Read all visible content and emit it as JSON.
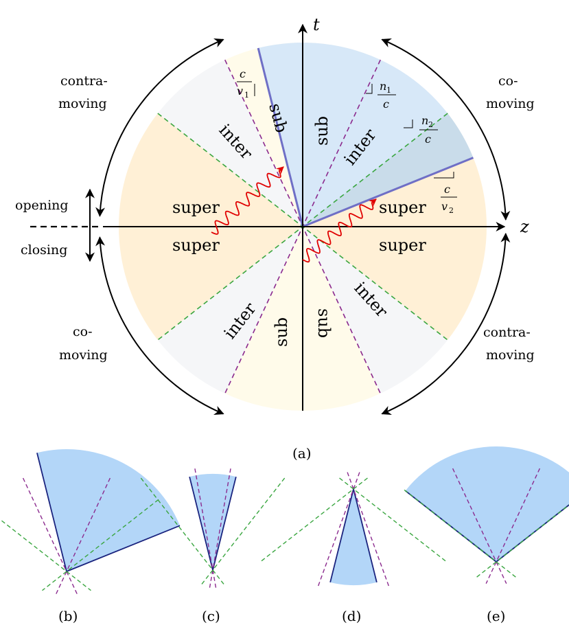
{
  "axes": {
    "t": "t",
    "z": "z"
  },
  "regions": {
    "sub": "sub",
    "inter": "inter",
    "super": "super"
  },
  "side_labels": {
    "contra_top": [
      "contra-",
      "moving"
    ],
    "co_top": [
      "co-",
      "moving"
    ],
    "co_bottom": [
      "co-",
      "moving"
    ],
    "contra_bottom": [
      "contra-",
      "moving"
    ],
    "opening": "opening",
    "closing": "closing"
  },
  "slopes": {
    "c_v1": {
      "num": "c",
      "den": "v",
      "sub": "1"
    },
    "n1_c": {
      "num": "n",
      "num_sub": "1",
      "den": "c"
    },
    "n2_c": {
      "num": "n",
      "num_sub": "2",
      "den": "c"
    },
    "c_v2": {
      "num": "c",
      "den": "v",
      "sub": "2"
    }
  },
  "captions": {
    "a": "(a)",
    "b": "(b)",
    "c": "(c)",
    "d": "(d)",
    "e": "(e)"
  },
  "colors": {
    "sub_fill": "#fffbea",
    "inter_fill": "#f5f6f8",
    "super_fill": "#fff0d6",
    "band_fill": "#d7e8f8",
    "band_dark": "#c9dcea",
    "panel_fill": "#b3d6f8",
    "purple": "#8b2a8e",
    "green": "#3aa640",
    "edge": "#6f6fc6",
    "wave": "#e00000"
  }
}
